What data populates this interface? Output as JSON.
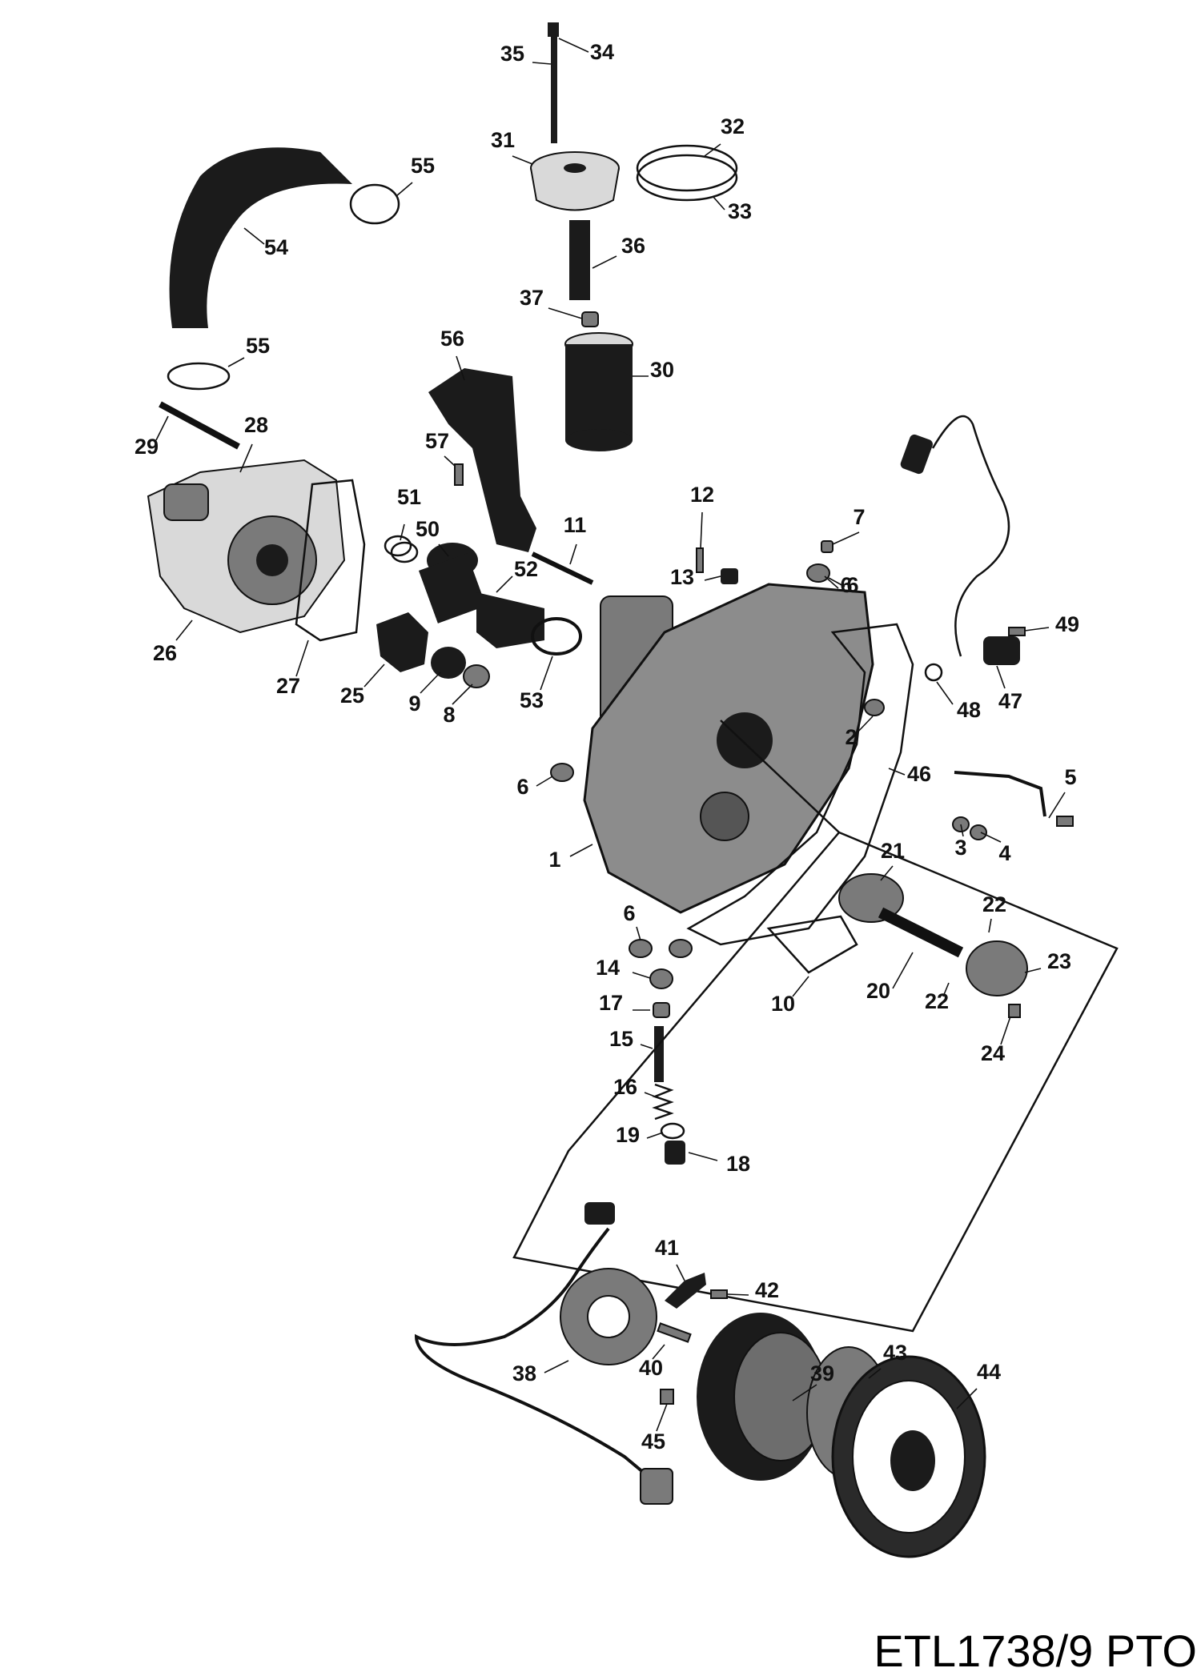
{
  "reference_code": "ETL1738/9 PTO",
  "callouts": [
    "1",
    "2",
    "3",
    "4",
    "5",
    "6",
    "6",
    "6",
    "6",
    "7",
    "8",
    "9",
    "10",
    "11",
    "12",
    "13",
    "14",
    "15",
    "16",
    "17",
    "18",
    "19",
    "20",
    "21",
    "22",
    "22",
    "23",
    "24",
    "25",
    "26",
    "27",
    "28",
    "29",
    "30",
    "31",
    "32",
    "33",
    "34",
    "35",
    "36",
    "37",
    "38",
    "39",
    "40",
    "41",
    "42",
    "43",
    "44",
    "45",
    "46",
    "47",
    "48",
    "49",
    "50",
    "51",
    "52",
    "53",
    "54",
    "55",
    "55",
    "56",
    "57"
  ]
}
